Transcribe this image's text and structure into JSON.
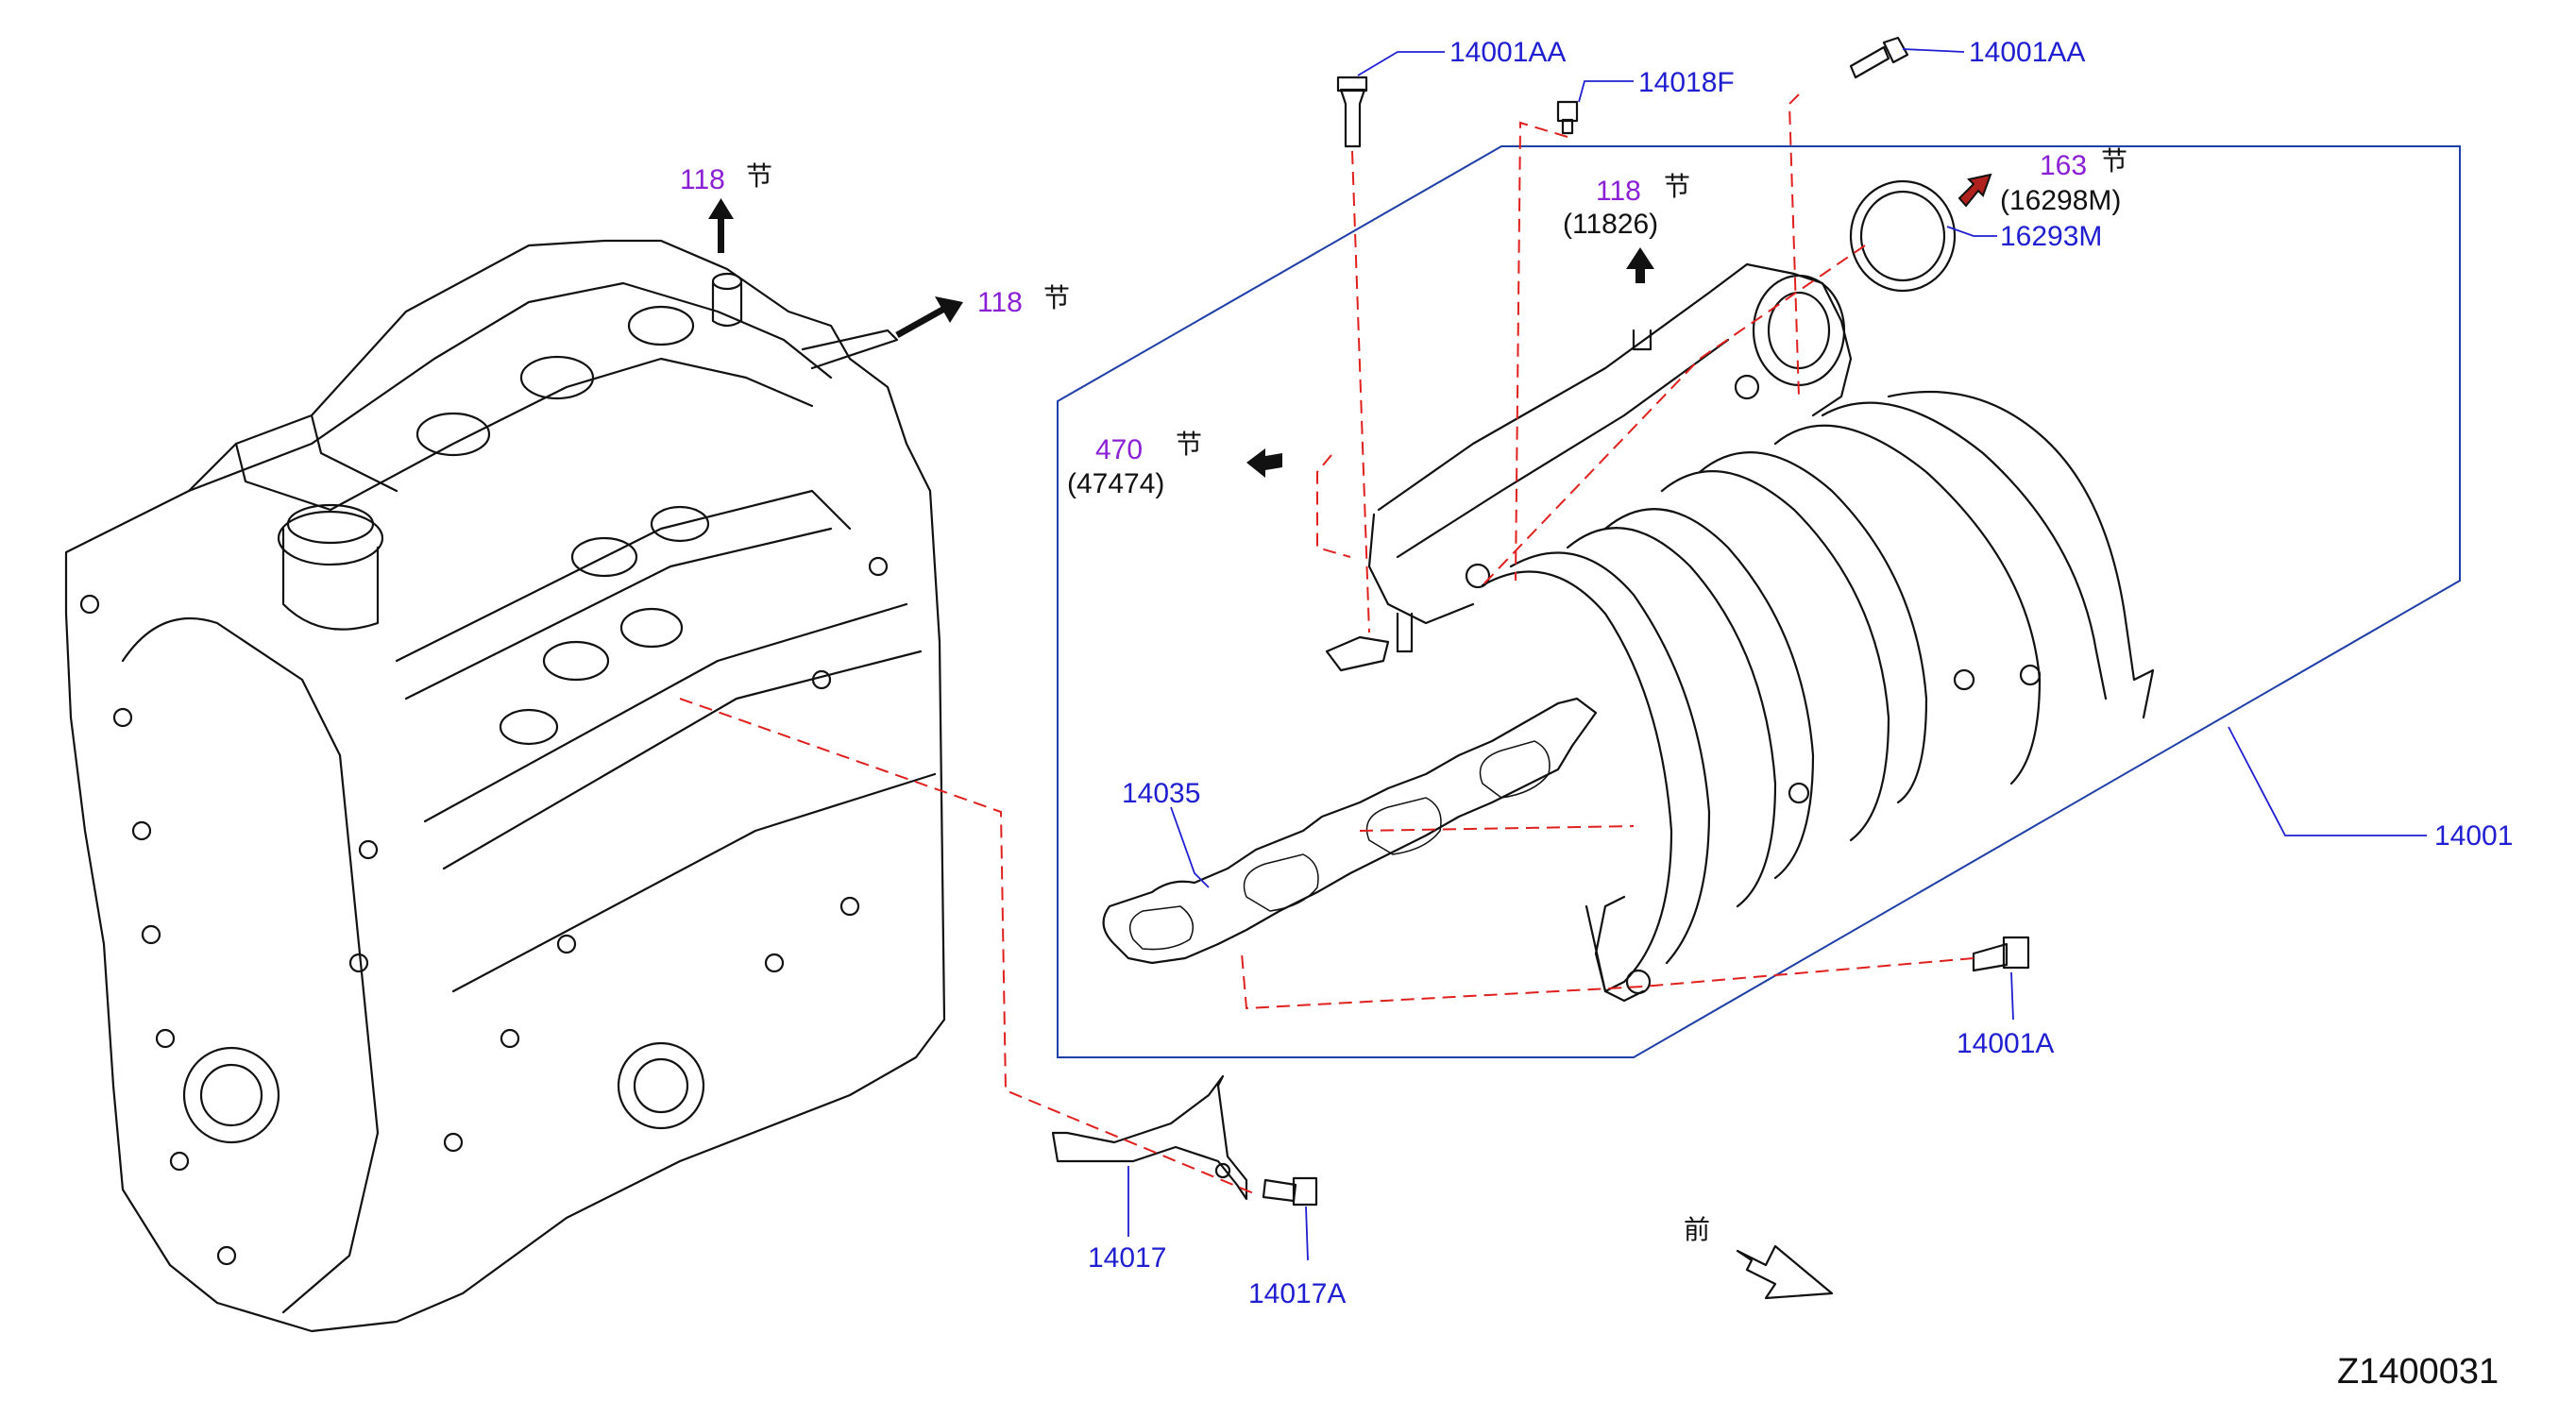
{
  "diagram_id": "Z1400031",
  "front_label": "前",
  "section_char": "节",
  "refs": {
    "r118a": "118",
    "r118b": "118",
    "r118c": "118",
    "r118c_sub": "(11826)",
    "r470": "470",
    "r470_sub": "(47474)",
    "r163": "163",
    "r163_sub": "(16298M)"
  },
  "parts": {
    "p14001AA_left": "14001AA",
    "p14001AA_right": "14001AA",
    "p14018F": "14018F",
    "p16293M": "16293M",
    "p14035": "14035",
    "p14001": "14001",
    "p14001A": "14001A",
    "p14017": "14017",
    "p14017A": "14017A"
  },
  "colors": {
    "part_label": "#1f1fd1",
    "ref_label": "#8a1fd6",
    "leader_dashed": "#e0201d",
    "frame": "#1f3fa8"
  }
}
